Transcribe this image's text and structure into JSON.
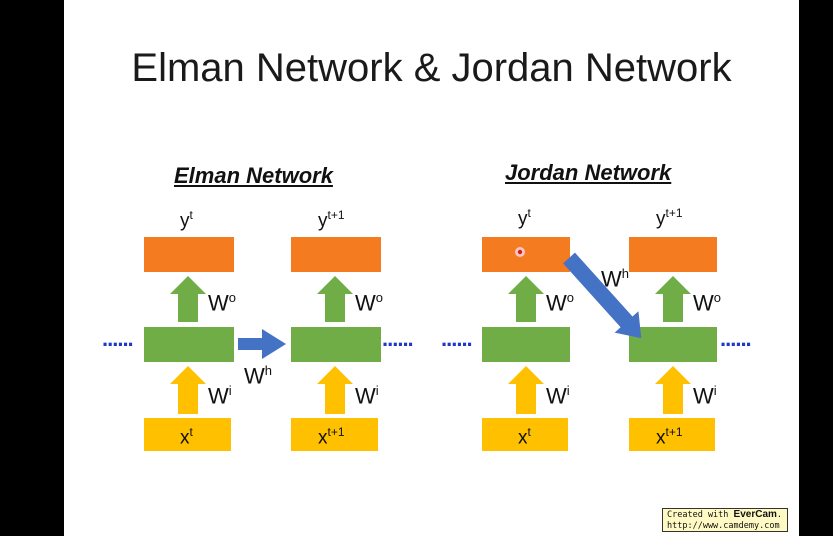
{
  "slide": {
    "title": "Elman Network & Jordan Network",
    "elman": {
      "heading": "Elman Network",
      "y_left": "y",
      "y_left_sup": "t",
      "y_right": "y",
      "y_right_sup": "t+1",
      "wo_left": "W",
      "wo_left_sup": "o",
      "wo_right": "W",
      "wo_right_sup": "o",
      "wh": "W",
      "wh_sup": "h",
      "wi_left": "W",
      "wi_left_sup": "i",
      "wi_right": "W",
      "wi_right_sup": "i",
      "x_left": "x",
      "x_left_sup": "t",
      "x_right": "x",
      "x_right_sup": "t+1"
    },
    "jordan": {
      "heading": "Jordan Network",
      "y_left": "y",
      "y_left_sup": "t",
      "y_right": "y",
      "y_right_sup": "t+1",
      "wo_left": "W",
      "wo_left_sup": "o",
      "wo_right": "W",
      "wo_right_sup": "o",
      "wh": "W",
      "wh_sup": "h",
      "wi_left": "W",
      "wi_left_sup": "i",
      "wi_right": "W",
      "wi_right_sup": "i",
      "x_left": "x",
      "x_left_sup": "t",
      "x_right": "x",
      "x_right_sup": "t+1"
    },
    "dots": "......"
  },
  "badge": {
    "line1_prefix": "Created with ",
    "brand": "EverCam",
    "line1_suffix": ".",
    "line2": "http://www.camdemy.com"
  },
  "colors": {
    "output_box": "#f47b20",
    "hidden_box": "#70ad47",
    "input_box": "#ffc000",
    "green_arrow": "#70ad47",
    "yellow_arrow": "#ffc000",
    "blue_arrow": "#4472c4",
    "dots": "#1f39c6"
  }
}
